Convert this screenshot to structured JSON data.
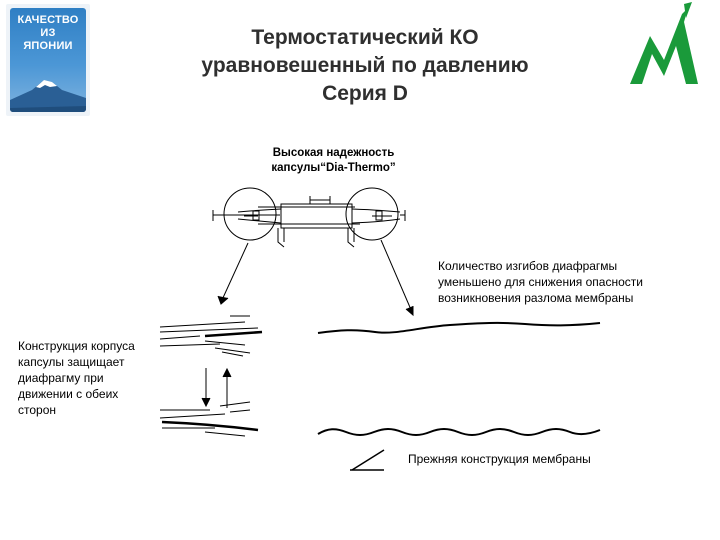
{
  "badge": {
    "lines": [
      "КАЧЕСТВО",
      "ИЗ",
      "ЯПОНИИ"
    ]
  },
  "title": {
    "lines": [
      "Термостатический КО",
      "уравновешенный по давлению",
      "Серия D"
    ]
  },
  "logo": {
    "name": "company-logo",
    "color": "#1a9a3a"
  },
  "labels": {
    "capsule": [
      "Высокая надежность",
      "капсулы“Dia-Thermo”"
    ],
    "diaphragm_bends": [
      "Количество изгибов диафрагмы",
      "уменьшено для снижения опасности",
      "возникновения разлома мембраны"
    ],
    "housing": [
      "Конструкция корпуса",
      "капсулы защищает",
      "диафрагму при",
      "движении с обеих",
      "сторон"
    ],
    "old_design": [
      "Прежняя конструкция мембраны"
    ]
  },
  "colors": {
    "title": "#2f2f2f",
    "badge_blue": "#3a88cc",
    "line": "#000000"
  }
}
